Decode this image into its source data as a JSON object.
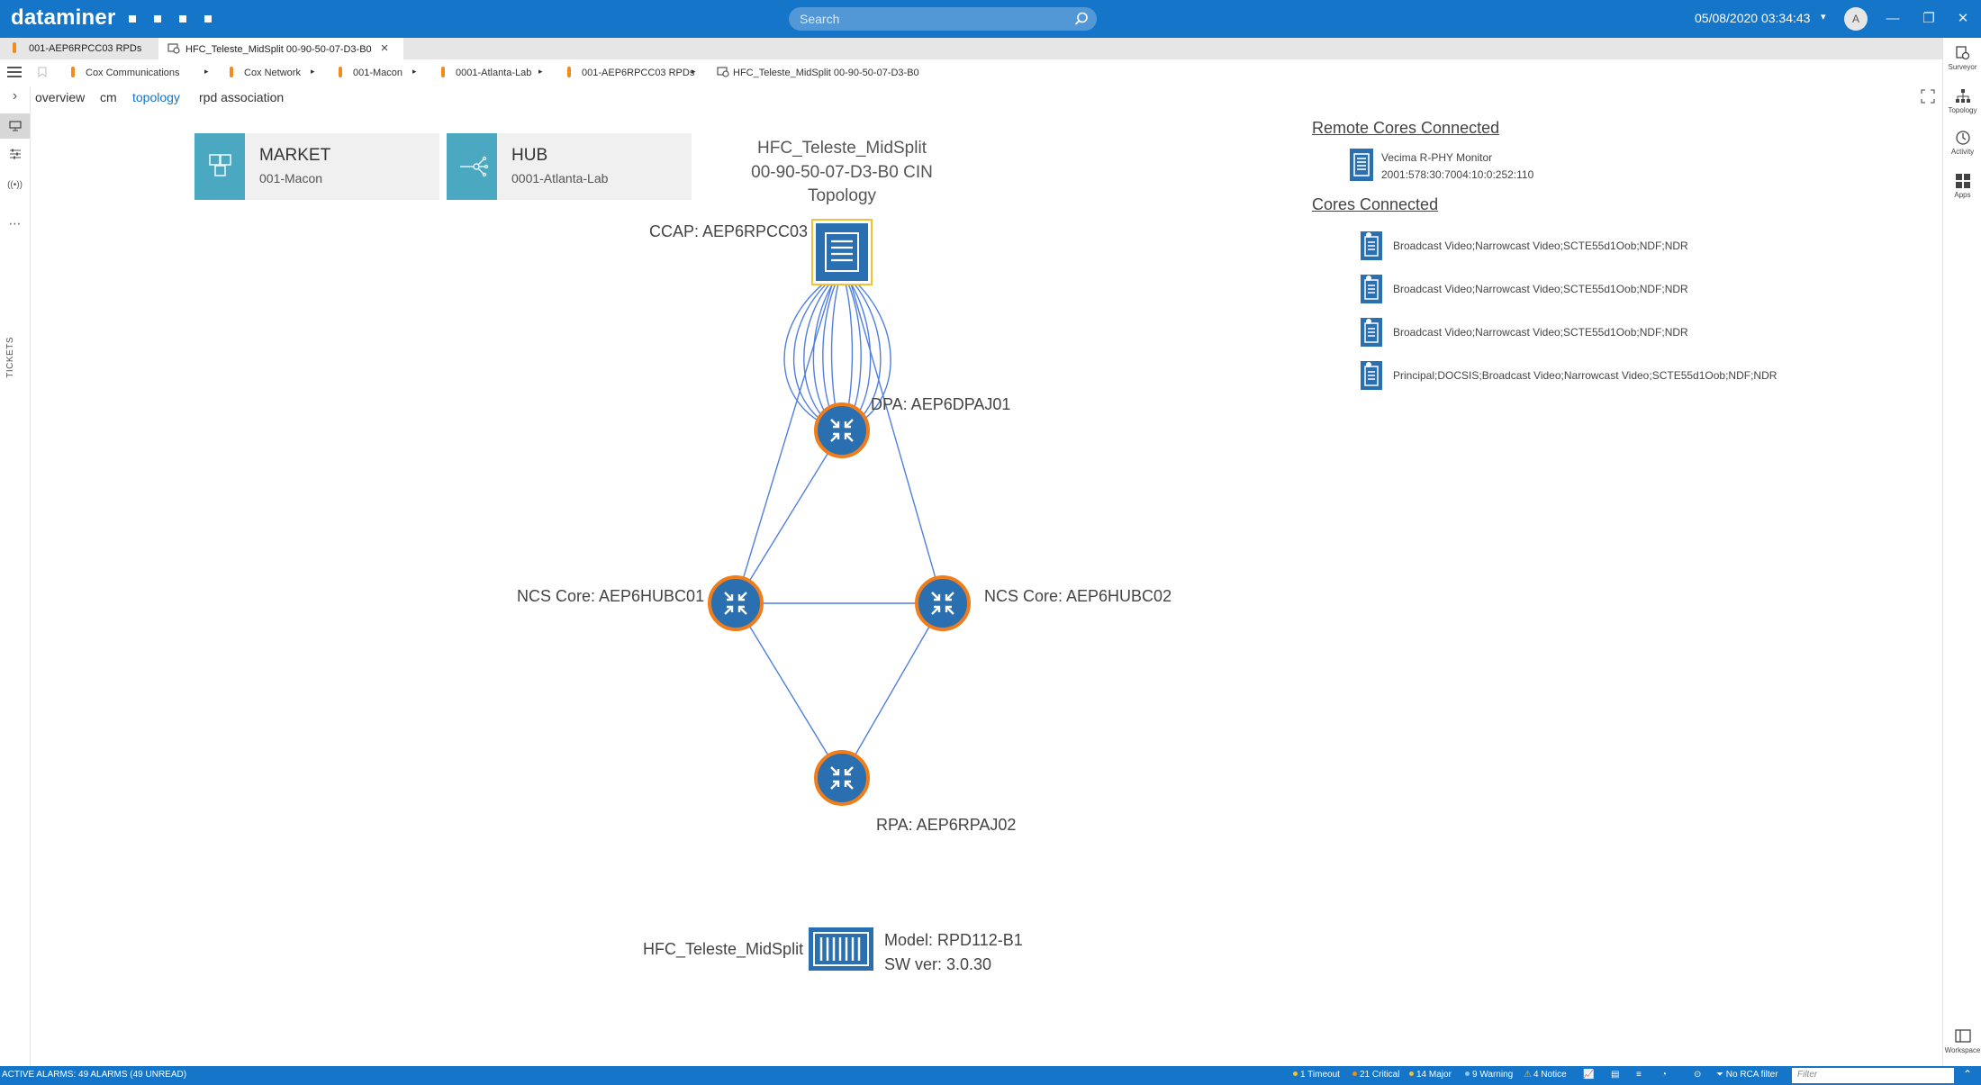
{
  "app": {
    "logo": "dataminer",
    "search_placeholder": "Search",
    "datetime": "05/08/2020 03:34:43",
    "user_initial": "A"
  },
  "tabs": [
    {
      "label": "001-AEP6RPCC03 RPDs",
      "active": false
    },
    {
      "label": "HFC_Teleste_MidSplit 00-90-50-07-D3-B0",
      "active": true
    }
  ],
  "breadcrumb": [
    "Cox Communications",
    "Cox Network",
    "001-Macon",
    "0001-Atlanta-Lab",
    "001-AEP6RPCC03 RPDs",
    "HFC_Teleste_MidSplit 00-90-50-07-D3-B0"
  ],
  "subtabs": [
    {
      "label": "overview",
      "active": false
    },
    {
      "label": "cm",
      "active": false
    },
    {
      "label": "topology",
      "active": true
    },
    {
      "label": "rpd association",
      "active": false
    }
  ],
  "left_rail": {
    "tickets_label": "TICKETS"
  },
  "right_rail": [
    "Surveyor",
    "Topology",
    "Activity",
    "Apps",
    "Workspace"
  ],
  "cards": {
    "market": {
      "title": "MARKET",
      "value": "001-Macon"
    },
    "hub": {
      "title": "HUB",
      "value": "0001-Atlanta-Lab"
    }
  },
  "topology": {
    "title_line1": "HFC_Teleste_MidSplit",
    "title_line2": "00-90-50-07-D3-B0 CIN",
    "title_line3": "Topology",
    "nodes": {
      "ccap": "CCAP: AEP6RPCC03",
      "dpa": "DPA: AEP6DPAJ01",
      "ncs1": "NCS Core: AEP6HUBC01",
      "ncs2": "NCS Core: AEP6HUBC02",
      "rpa": "RPA: AEP6RPAJ02"
    },
    "device": {
      "name": "HFC_Teleste_MidSplit",
      "model": "Model: RPD112-B1",
      "sw": "SW ver: 3.0.30"
    }
  },
  "remote_cores": {
    "heading": "Remote Cores Connected",
    "items": [
      {
        "name": "Vecima R-PHY Monitor",
        "address": "2001:578:30:7004:10:0:252:110"
      }
    ]
  },
  "cores_connected": {
    "heading": "Cores Connected",
    "items": [
      "Broadcast Video;Narrowcast Video;SCTE55d1Oob;NDF;NDR",
      "Broadcast Video;Narrowcast Video;SCTE55d1Oob;NDF;NDR",
      "Broadcast Video;Narrowcast Video;SCTE55d1Oob;NDF;NDR",
      "Principal;DOCSIS;Broadcast Video;Narrowcast Video;SCTE55d1Oob;NDF;NDR"
    ]
  },
  "statusbar": {
    "alarms": "ACTIVE ALARMS: 49 ALARMS (49 UNREAD)",
    "timeout": "1 Timeout",
    "critical": "21 Critical",
    "major": "14 Major",
    "warning": "9 Warning",
    "notice": "4 Notice",
    "rca": "No RCA filter",
    "filter_placeholder": "Filter"
  },
  "colors": {
    "brand": "#1575c8",
    "node_fill": "#2a6fb0",
    "node_ring": "#f07d1a",
    "link": "#4f7fe0",
    "card_icon": "#4aa8c0",
    "accent_orange": "#f08b1c"
  }
}
